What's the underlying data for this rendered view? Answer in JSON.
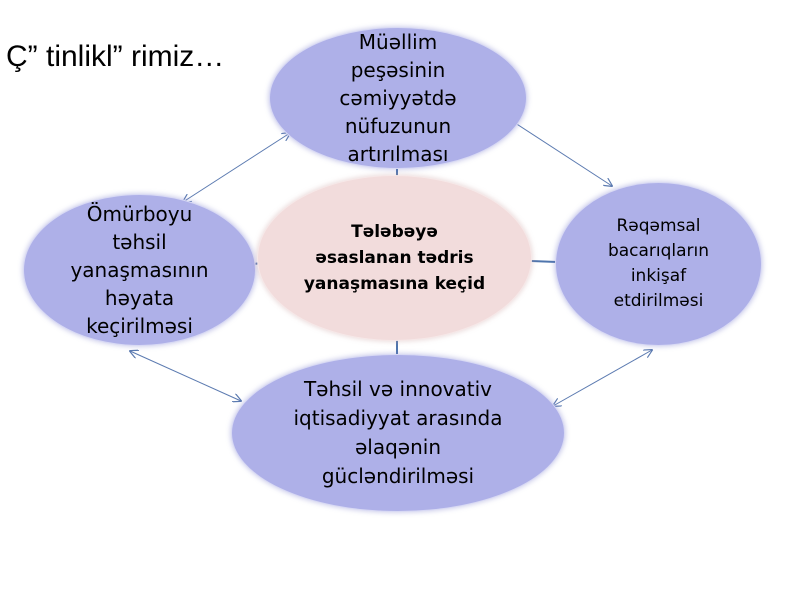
{
  "title": "Ç” tinlikl” rimiz…",
  "nodes": {
    "top": "Müəllim\npeşəsinin\ncəmiyyətdə\nnüfuzunun\nartırılması",
    "left": "Ömürboyu\ntəhsil\nyanaşmasının\nhəyata\nkeçirilməsi",
    "right": "Rəqəmsal\nbacarıqların\ninkişaf\netdirilməsi",
    "bottom": "Təhsil və innovativ\niqtisadiyyat arasında\nəlaqənin\ngücləndirilməsi",
    "center": "Tələbəyə\nəsaslanan tədris\nyanaşmasına keçid"
  },
  "colors": {
    "outer_fill": "#aeb0e8",
    "center_fill": "#f2dcdc",
    "arrow": "#5b7ab0",
    "connector": "#4f75ad"
  }
}
